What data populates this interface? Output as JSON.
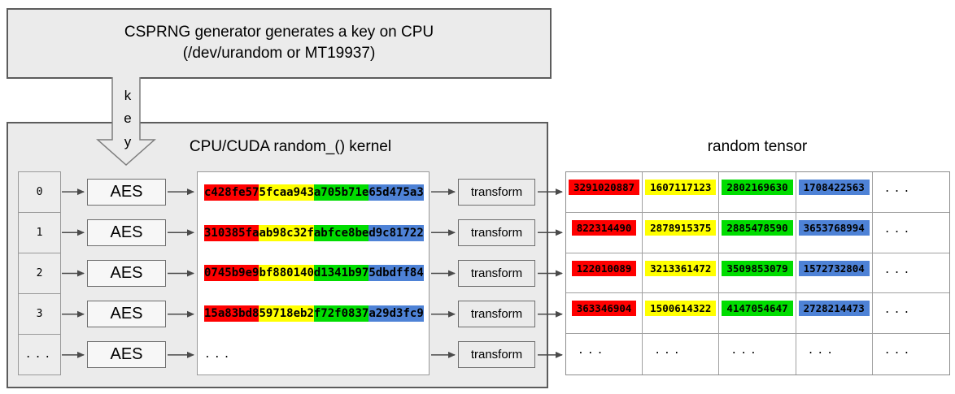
{
  "colors": {
    "red": "#ff0000",
    "yellow": "#ffff00",
    "green": "#00dd00",
    "blue": "#4e82d6",
    "box_fill": "#ebebeb",
    "box_border": "#5c5c5c"
  },
  "top_box": {
    "line1": "CSPRNG generator generates a key on CPU",
    "line2": "(/dev/urandom or MT19937)"
  },
  "key_arrow": {
    "label": "key",
    "letters": [
      "k",
      "e",
      "y"
    ]
  },
  "kernel": {
    "title": "CPU/CUDA random_() kernel",
    "aes_label": "AES",
    "transform_label": "transform",
    "ellipsis": "...",
    "rows": [
      {
        "index": "0",
        "hex": [
          {
            "text": "c428fe57",
            "color": "red"
          },
          {
            "text": "5fcaa943",
            "color": "yellow"
          },
          {
            "text": "a705b71e",
            "color": "green"
          },
          {
            "text": "65d475a3",
            "color": "blue"
          }
        ]
      },
      {
        "index": "1",
        "hex": [
          {
            "text": "310385fa",
            "color": "red"
          },
          {
            "text": "ab98c32f",
            "color": "yellow"
          },
          {
            "text": "abfce8be",
            "color": "green"
          },
          {
            "text": "d9c81722",
            "color": "blue"
          }
        ]
      },
      {
        "index": "2",
        "hex": [
          {
            "text": "0745b9e9",
            "color": "red"
          },
          {
            "text": "bf880140",
            "color": "yellow"
          },
          {
            "text": "d1341b97",
            "color": "green"
          },
          {
            "text": "5dbdff84",
            "color": "blue"
          }
        ]
      },
      {
        "index": "3",
        "hex": [
          {
            "text": "15a83bd8",
            "color": "red"
          },
          {
            "text": "59718eb2",
            "color": "yellow"
          },
          {
            "text": "f72f0837",
            "color": "green"
          },
          {
            "text": "a29d3fc9",
            "color": "blue"
          }
        ]
      },
      {
        "index": "...",
        "hex": null
      }
    ]
  },
  "tensor": {
    "title": "random tensor",
    "ellipsis": "...",
    "rows": [
      [
        {
          "text": "3291020887",
          "color": "red"
        },
        {
          "text": "1607117123",
          "color": "yellow"
        },
        {
          "text": "2802169630",
          "color": "green"
        },
        {
          "text": "1708422563",
          "color": "blue"
        },
        null
      ],
      [
        {
          "text": "822314490",
          "color": "red"
        },
        {
          "text": "2878915375",
          "color": "yellow"
        },
        {
          "text": "2885478590",
          "color": "green"
        },
        {
          "text": "3653768994",
          "color": "blue"
        },
        null
      ],
      [
        {
          "text": "122010089",
          "color": "red"
        },
        {
          "text": "3213361472",
          "color": "yellow"
        },
        {
          "text": "3509853079",
          "color": "green"
        },
        {
          "text": "1572732804",
          "color": "blue"
        },
        null
      ],
      [
        {
          "text": "363346904",
          "color": "red"
        },
        {
          "text": "1500614322",
          "color": "yellow"
        },
        {
          "text": "4147054647",
          "color": "green"
        },
        {
          "text": "2728214473",
          "color": "blue"
        },
        null
      ],
      [
        null,
        null,
        null,
        null,
        null
      ]
    ]
  }
}
